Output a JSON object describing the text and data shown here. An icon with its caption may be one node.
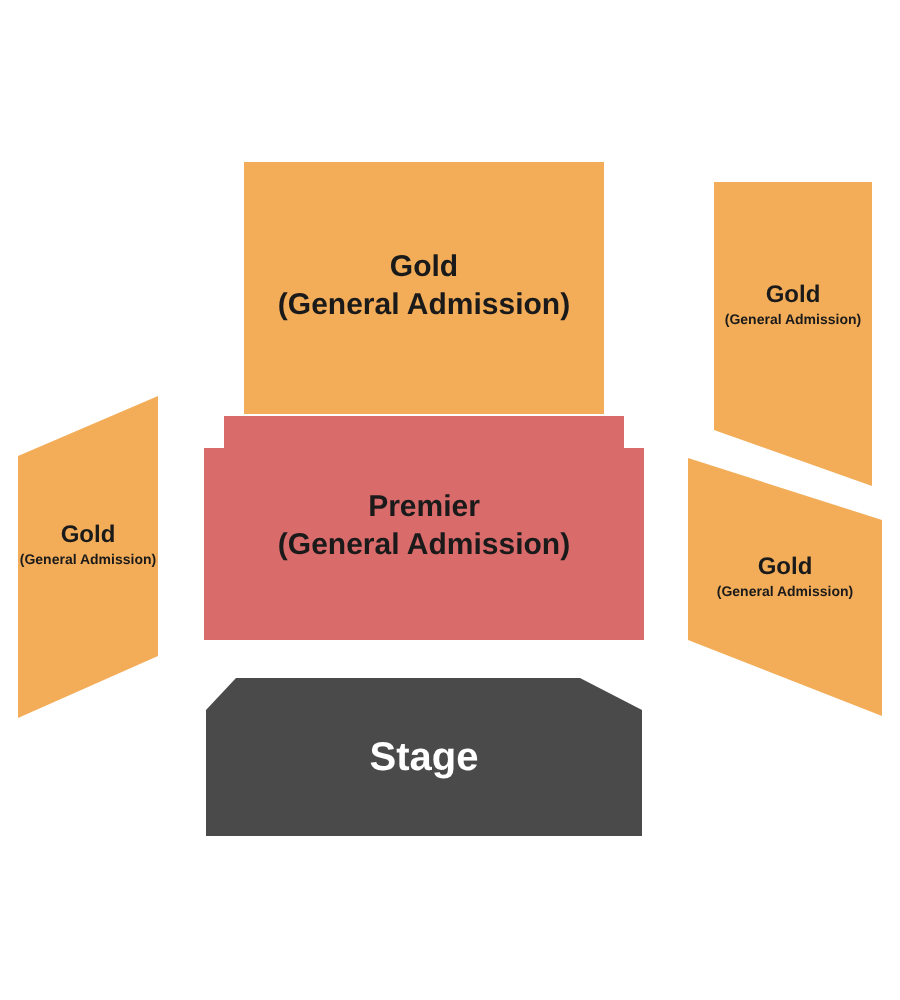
{
  "diagram": {
    "nodes": [
      {
        "text": [
          "Gold",
          "(General Admission)"
        ]
      },
      {
        "text": [
          "Gold",
          "(General Admission)"
        ]
      },
      {
        "text": [
          "Gold",
          "(General Admission)"
        ]
      },
      {
        "text": [
          "Premier",
          "(General Admission)"
        ]
      },
      {
        "text": [
          "Gold",
          "(General Admission)"
        ]
      },
      {
        "text": [
          "Stage"
        ]
      }
    ]
  }
}
